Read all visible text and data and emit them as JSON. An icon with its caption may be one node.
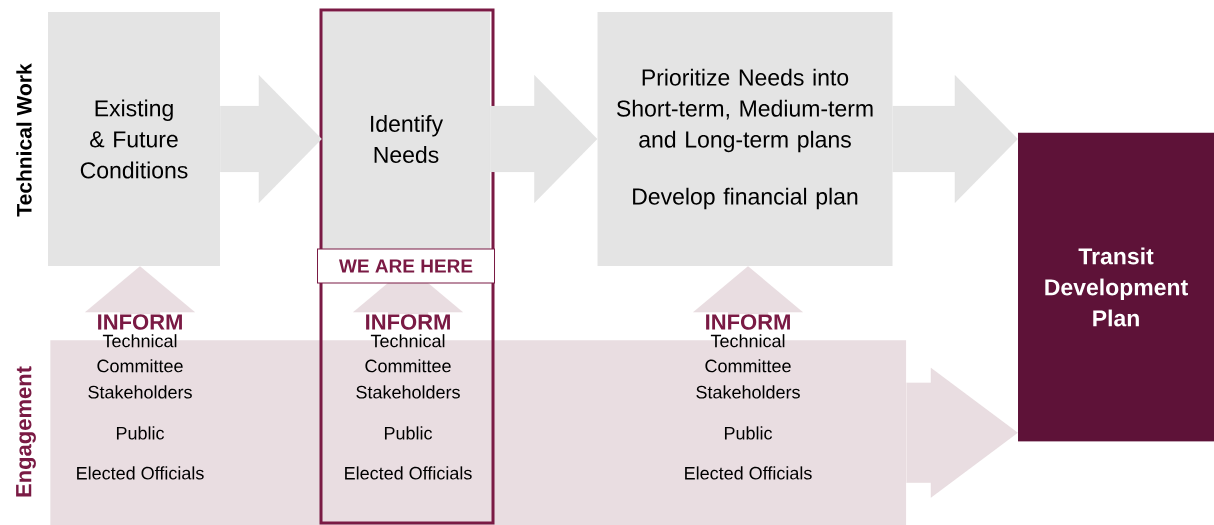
{
  "diagram": {
    "nodes": [
      {
        "text": [
          "Existing & Future Conditions"
        ],
        "beside": [
          "Technical Work"
        ]
      },
      {
        "text": [
          "Identify Needs"
        ]
      },
      {
        "text": [
          "Prioritize Needs into Short-term, Medium-term and Long-term plans",
          "Develop financial plan"
        ]
      },
      {
        "text": [
          "Transit Development Plan"
        ]
      },
      {
        "text": [
          "Engagement"
        ]
      },
      {
        "text": [
          "INFORM",
          "Technical Committee",
          "Stakeholders",
          "Public",
          "Elected Officials"
        ],
        "in": 4
      },
      {
        "text": [
          "INFORM",
          "Technical Committee",
          "Stakeholders",
          "Public",
          "Elected Officials"
        ],
        "in": 4
      },
      {
        "text": [
          "INFORM",
          "Technical Committee",
          "Stakeholders",
          "Public",
          "Elected Officials"
        ],
        "in": 4
      }
    ],
    "edges": [
      {
        "from": 0,
        "to": 1,
        "arrow": "to"
      },
      {
        "from": 1,
        "to": 2,
        "arrow": "to"
      },
      {
        "from": 2,
        "to": 3,
        "arrow": "to"
      },
      {
        "from": 4,
        "to": 3,
        "arrow": "to",
        "color": "#e9dde1"
      },
      {
        "from": 5,
        "to": 0,
        "arrow": "to",
        "color": "#e9dde1"
      },
      {
        "from": 6,
        "to": 1,
        "arrow": "to",
        "color": "#e9dde1"
      },
      {
        "from": 7,
        "to": 2,
        "arrow": "to",
        "color": "#e9dde1"
      }
    ],
    "labels": [
      "WE ARE HERE"
    ]
  }
}
